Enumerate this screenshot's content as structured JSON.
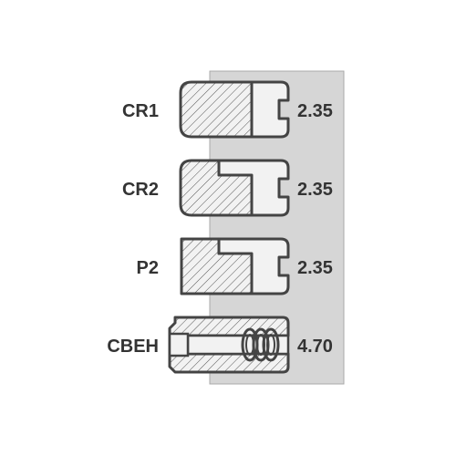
{
  "colors": {
    "panel": "#d6d6d6",
    "panel_border": "#a9a9a9",
    "outline": "#444444",
    "hatch": "#555555",
    "ring_face": "#f2f2f2",
    "text": "#333333"
  },
  "rings": [
    {
      "label": "CR1",
      "width": "2.35",
      "profile": "rectangular-ring-icon"
    },
    {
      "label": "CR2",
      "width": "2.35",
      "profile": "stepped-ring-icon"
    },
    {
      "label": "P2",
      "width": "2.35",
      "profile": "stepped-ring-icon"
    },
    {
      "label": "CBEH",
      "width": "4.70",
      "profile": "oil-ring-with-expander-spring-icon"
    }
  ]
}
